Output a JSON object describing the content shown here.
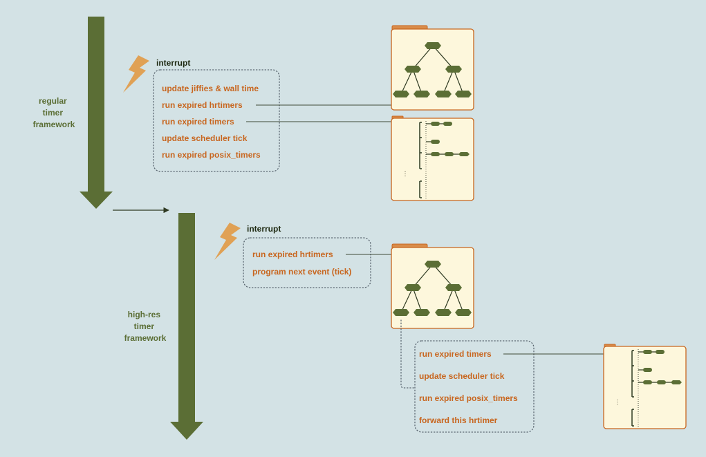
{
  "regular_framework": {
    "label_lines": [
      "regular",
      "timer",
      "framework"
    ],
    "interrupt_label": "interrupt",
    "steps": [
      "update jiffies & wall time",
      "run expired hrtimers",
      "run expired timers",
      "update scheduler tick",
      "run expired posix_timers"
    ]
  },
  "highres_framework": {
    "label_lines": [
      "high-res",
      "timer",
      "framework"
    ],
    "interrupt_label": "interrupt",
    "steps": [
      "run expired hrtimers",
      "program next event (tick)"
    ],
    "sub_steps": [
      "run expired timers",
      "update scheduler tick",
      "run expired posix_timers",
      "forward this hrtimer"
    ]
  },
  "colors": {
    "background": "#d3e2e5",
    "arrow": "#5b6e35",
    "label_olive": "#5b6e35",
    "step_text": "#c8661f",
    "lightning": "#e0a155",
    "panel_fill": "#fdf7dc",
    "panel_border": "#c8661f",
    "node": "#5b6e35"
  },
  "icons": {
    "interrupt": "lightning-bolt-icon",
    "hrtimer_panel": "rbtree-panel",
    "timer_panel": "timer-wheel-panel"
  }
}
